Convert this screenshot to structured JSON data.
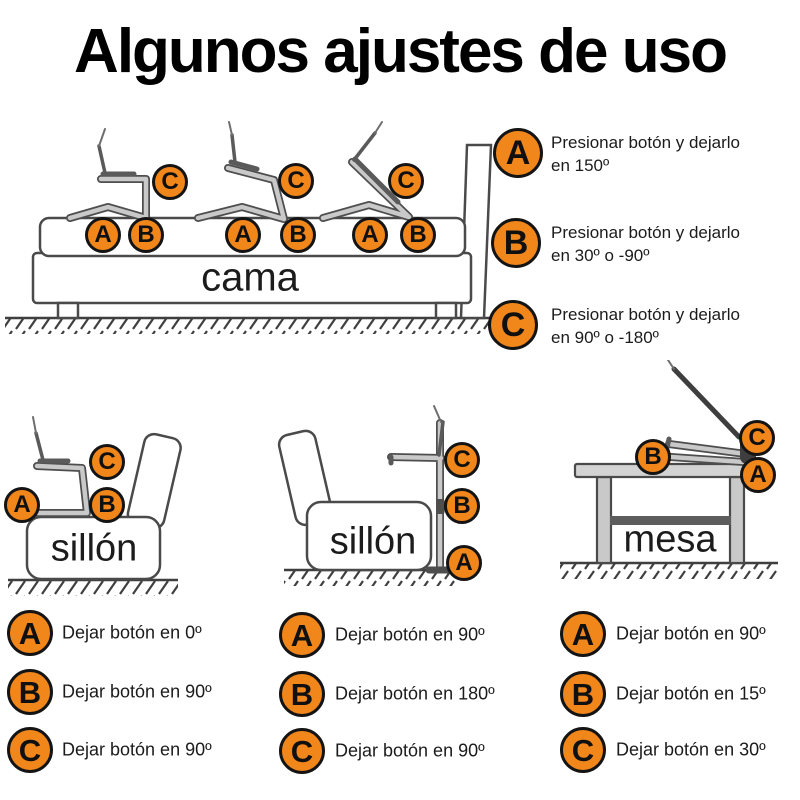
{
  "title": "Algunos ajustes de uso",
  "markers": {
    "a": "A",
    "b": "B",
    "c": "C"
  },
  "colors": {
    "badge_orange": "#F1861B"
  },
  "top_legend": {
    "items": [
      {
        "letter": "A",
        "text": "Presionar botón y dejarlo en 150º"
      },
      {
        "letter": "B",
        "text": "Presionar botón y dejarlo en 30º o -90º"
      },
      {
        "letter": "C",
        "text": "Presionar botón y dejarlo en 90º o -180º"
      }
    ]
  },
  "diagrams": {
    "bed": {
      "label": "cama"
    },
    "armchair_left": {
      "label": "sillón"
    },
    "armchair_middle": {
      "label": "sillón"
    },
    "table": {
      "label": "mesa"
    }
  },
  "bottom_legends": [
    {
      "name": "armchair-left",
      "items": [
        {
          "letter": "A",
          "text": "Dejar botón en 0º"
        },
        {
          "letter": "B",
          "text": "Dejar botón en 90º"
        },
        {
          "letter": "C",
          "text": "Dejar botón en 90º"
        }
      ]
    },
    {
      "name": "armchair-middle",
      "items": [
        {
          "letter": "A",
          "text": "Dejar botón en 90º"
        },
        {
          "letter": "B",
          "text": "Dejar botón en 180º"
        },
        {
          "letter": "C",
          "text": "Dejar botón en 90º"
        }
      ]
    },
    {
      "name": "table",
      "items": [
        {
          "letter": "A",
          "text": "Dejar botón en 90º"
        },
        {
          "letter": "B",
          "text": "Dejar botón en 15º"
        },
        {
          "letter": "C",
          "text": "Dejar botón en 30º"
        }
      ]
    }
  ]
}
